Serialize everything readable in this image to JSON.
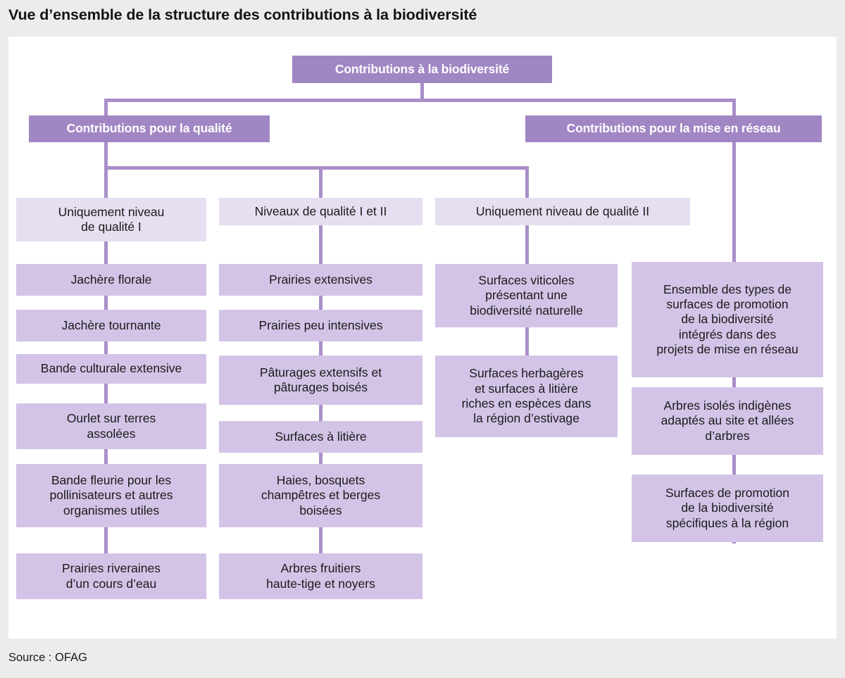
{
  "page": {
    "title": "Vue d’ensemble de la structure des contributions à la biodiversité",
    "source": "Source : OFAG"
  },
  "colors": {
    "accent_dark": "#a186c4",
    "connector": "#a98fc9",
    "leaf_fill": "#d3c4e7",
    "header_fill": "#e6dff1",
    "canvas": "#ffffff",
    "page_background": "#ececec",
    "text": "#1a1a1a",
    "text_inverse": "#ffffff"
  },
  "diagram": {
    "type": "tree",
    "root": "Contributions à la biodiversité",
    "branches": [
      {
        "id": "qualite",
        "label": "Contributions pour la qualité"
      },
      {
        "id": "reseau",
        "label": "Contributions pour la mise en réseau"
      }
    ],
    "columns": [
      {
        "id": "col1",
        "branch": "qualite",
        "header": "Uniquement niveau\nde qualité I",
        "items": [
          "Jachère florale",
          "Jachère tournante",
          "Bande culturale extensive",
          "Ourlet sur terres\nassolées",
          "Bande fleurie pour les\npollinisateurs et autres\norganismes utiles",
          "Prairies riveraines\nd’un cours d’eau"
        ]
      },
      {
        "id": "col2",
        "branch": "qualite",
        "header": "Niveaux de qualité I et II",
        "items": [
          "Prairies extensives",
          "Prairies peu intensives",
          "Pâturages extensifs et\npâturages boisés",
          "Surfaces à litière",
          "Haies, bosquets\nchampêtres et berges\nboisées",
          "Arbres fruitiers\nhaute-tige et noyers"
        ]
      },
      {
        "id": "col3",
        "branch": "qualite",
        "header": "Uniquement niveau de qualité II",
        "items": [
          "Surfaces viticoles\nprésentant une\nbiodiversité naturelle",
          "Surfaces herbagères\net surfaces à litière\nriches en espèces dans\nla région d’estivage"
        ]
      },
      {
        "id": "col4",
        "branch": "reseau",
        "header": null,
        "items": [
          "Ensemble des types de\nsurfaces de promotion\nde la biodiversité\nintégrés dans des\nprojets de mise en réseau",
          "Arbres isolés indigènes\nadaptés au site et allées\nd’arbres",
          "Surfaces de promotion\nde la biodiversité\nspécifiques à la région"
        ]
      }
    ]
  }
}
